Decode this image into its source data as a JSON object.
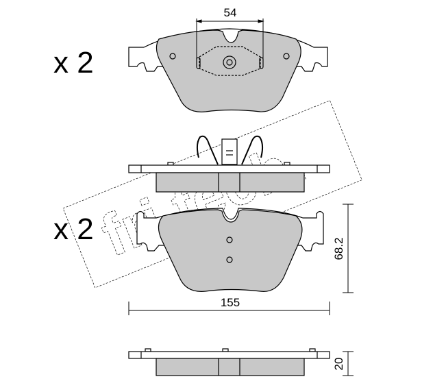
{
  "quantity_top": "x 2",
  "quantity_bottom": "x 2",
  "dimensions": {
    "sensor_spacing": "54",
    "height": "68.2",
    "width": "155",
    "thickness": "20"
  },
  "watermark": "fri.tech.",
  "colors": {
    "friction_fill": "#c8c8c8",
    "line": "#000000"
  }
}
